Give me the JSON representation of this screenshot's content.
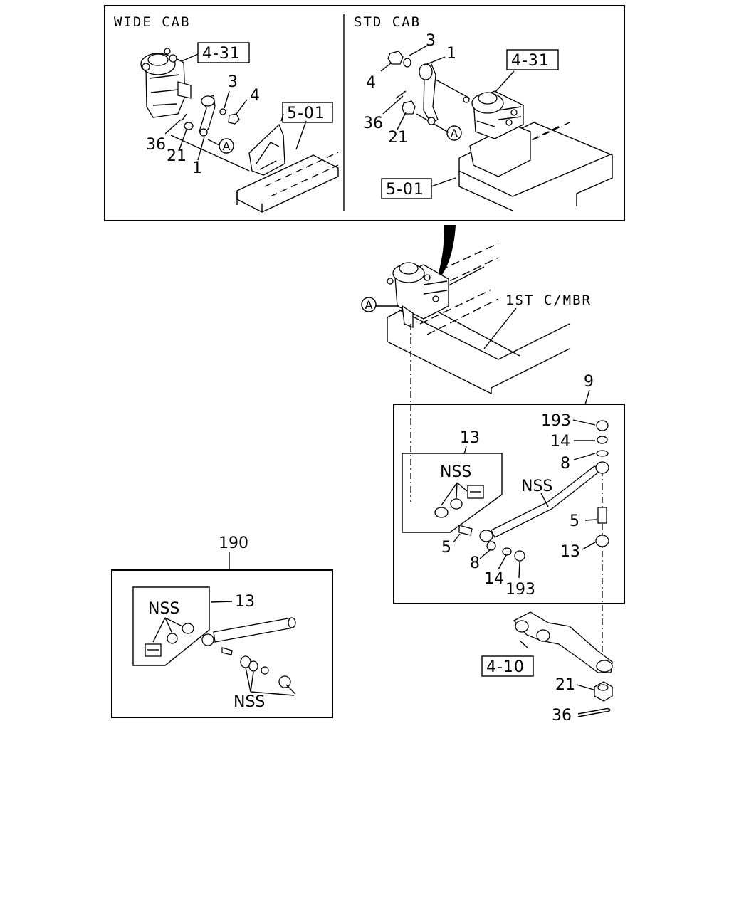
{
  "panels": {
    "wide_cab": {
      "title": "WIDE CAB"
    },
    "std_cab": {
      "title": "STD CAB"
    }
  },
  "refs": {
    "r431": "4-31",
    "r501": "5-01",
    "r410": "4-10"
  },
  "marker": "A",
  "member": "1ST C/MBR",
  "nss": "NSS",
  "callouts": {
    "c1": "1",
    "c3": "3",
    "c4": "4",
    "c5": "5",
    "c8": "8",
    "c9": "9",
    "c13": "13",
    "c14": "14",
    "c21": "21",
    "c36": "36",
    "c190": "190",
    "c193": "193"
  }
}
